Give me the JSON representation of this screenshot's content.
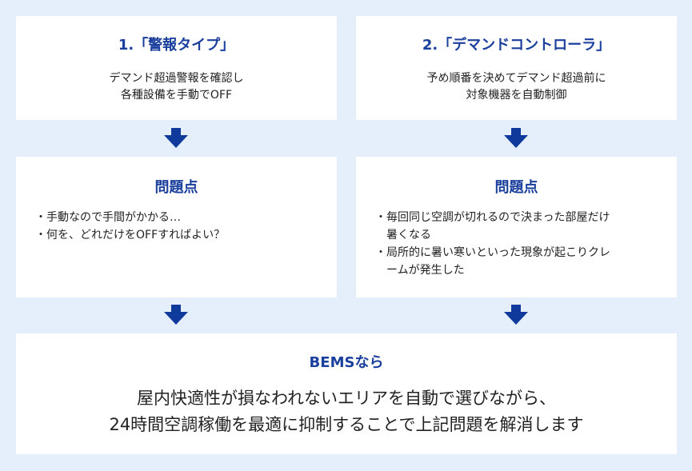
{
  "left": {
    "header": {
      "title": "1.「警報タイプ」",
      "desc_lines": [
        "デマンド超過警報を確認し",
        "各種設備を手動でOFF"
      ]
    },
    "problem": {
      "title": "問題点",
      "items": [
        {
          "bullet": "・",
          "lines": [
            "手動なので手間がかかる…"
          ]
        },
        {
          "bullet": "・",
          "lines": [
            "何を、どれだけをOFFすればよい？"
          ]
        }
      ]
    }
  },
  "right": {
    "header": {
      "title": "2.「デマンドコントローラ」",
      "desc_lines": [
        "予め順番を決めてデマンド超過前に",
        "対象機器を自動制御"
      ]
    },
    "problem": {
      "title": "問題点",
      "items": [
        {
          "bullet": "・",
          "lines": [
            "毎回同じ空調が切れるので決まった部屋だけ",
            "暑くなる"
          ]
        },
        {
          "bullet": "・",
          "lines": [
            "局所的に暑い寒いといった現象が起こりクレ",
            "ームが発生した"
          ]
        }
      ]
    }
  },
  "bems": {
    "title": "BEMSなら",
    "lines": [
      "屋内快適性が損なわれないエリアを自動で選びながら、",
      "24時間空調稼働を最適に抑制することで上記問題を解消します"
    ]
  },
  "colors": {
    "background": "#e5eefb",
    "box": "#ffffff",
    "accent": "#1a3f9c",
    "arrow": "#0f3a9c"
  },
  "icons": {
    "arrow": "arrow-down-icon"
  }
}
